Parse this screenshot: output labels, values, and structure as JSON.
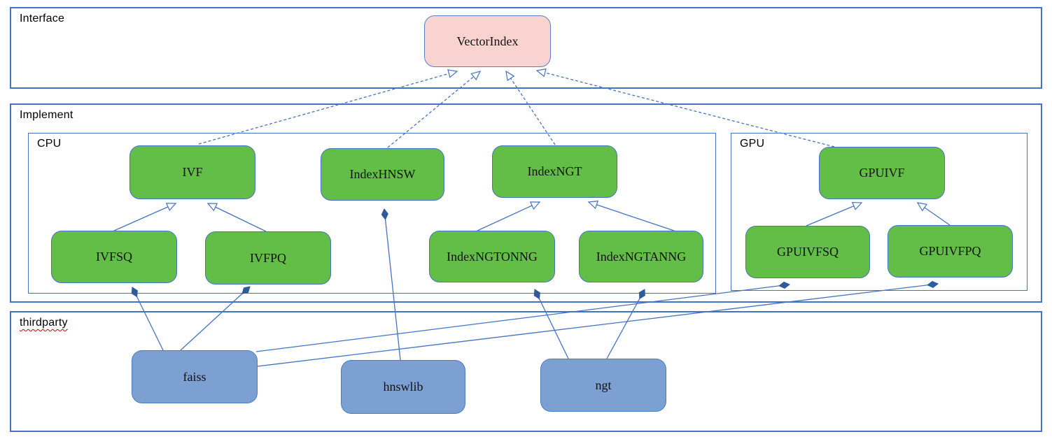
{
  "colors": {
    "connector_blue": "#4472c4",
    "diamond_blue": "#2e5b9e",
    "container_border_blue": "#4472c4",
    "interface_node_fill": "#f9d3d0",
    "class_node_fill": "#62be46",
    "thirdparty_node_fill": "#7da0d2",
    "spellcheck_underline_red": "#cc0000",
    "text_black": "#111111"
  },
  "containers": {
    "interface": {
      "label": "Interface"
    },
    "implement": {
      "label": "Implement"
    },
    "cpu": {
      "label": "CPU"
    },
    "gpu": {
      "label": "GPU"
    },
    "thirdparty": {
      "label": "thirdparty"
    }
  },
  "nodes": {
    "vectorindex": {
      "label": "VectorIndex",
      "kind": "interface"
    },
    "ivf": {
      "label": "IVF",
      "kind": "class"
    },
    "indexhnsw": {
      "label": "IndexHNSW",
      "kind": "class"
    },
    "indexngt": {
      "label": "IndexNGT",
      "kind": "class"
    },
    "gpuivf": {
      "label": "GPUIVF",
      "kind": "class"
    },
    "ivfsq": {
      "label": "IVFSQ",
      "kind": "class"
    },
    "ivfpq": {
      "label": "IVFPQ",
      "kind": "class"
    },
    "indexngtonng": {
      "label": "IndexNGTONNG",
      "kind": "class"
    },
    "indexngtanng": {
      "label": "IndexNGTANNG",
      "kind": "class"
    },
    "gpuivfsq": {
      "label": "GPUIVFSQ",
      "kind": "class"
    },
    "gpuivfpq": {
      "label": "GPUIVFPQ",
      "kind": "class"
    },
    "faiss": {
      "label": "faiss",
      "kind": "thirdparty"
    },
    "hnswlib": {
      "label": "hnswlib",
      "kind": "thirdparty"
    },
    "ngt": {
      "label": "ngt",
      "kind": "thirdparty"
    }
  },
  "edges": [
    {
      "from": "ivf",
      "to": "vectorindex",
      "type": "realization",
      "points": [
        [
          284,
          206
        ],
        [
          653,
          102
        ]
      ]
    },
    {
      "from": "indexhnsw",
      "to": "vectorindex",
      "type": "realization",
      "points": [
        [
          554,
          211
        ],
        [
          686,
          102
        ]
      ]
    },
    {
      "from": "indexngt",
      "to": "vectorindex",
      "type": "realization",
      "points": [
        [
          793,
          207
        ],
        [
          723,
          102
        ]
      ]
    },
    {
      "from": "gpuivf",
      "to": "vectorindex",
      "type": "realization",
      "points": [
        [
          1192,
          210
        ],
        [
          767,
          101
        ]
      ]
    },
    {
      "from": "ivfsq",
      "to": "ivf",
      "type": "generalization",
      "points": [
        [
          163,
          330
        ],
        [
          251,
          291
        ]
      ]
    },
    {
      "from": "ivfpq",
      "to": "ivf",
      "type": "generalization",
      "points": [
        [
          380,
          331
        ],
        [
          297,
          291
        ]
      ]
    },
    {
      "from": "indexngtonng",
      "to": "indexngt",
      "type": "generalization",
      "points": [
        [
          682,
          330
        ],
        [
          771,
          289
        ]
      ]
    },
    {
      "from": "indexngtanng",
      "to": "indexngt",
      "type": "generalization",
      "points": [
        [
          963,
          330
        ],
        [
          841,
          289
        ]
      ]
    },
    {
      "from": "gpuivfsq",
      "to": "gpuivf",
      "type": "generalization",
      "points": [
        [
          1152,
          323
        ],
        [
          1231,
          290
        ]
      ]
    },
    {
      "from": "gpuivfpq",
      "to": "gpuivf",
      "type": "generalization",
      "points": [
        [
          1357,
          322
        ],
        [
          1311,
          290
        ]
      ]
    },
    {
      "from": "faiss",
      "to": "ivfsq",
      "type": "composition",
      "points": [
        [
          233,
          501
        ],
        [
          189,
          411
        ]
      ]
    },
    {
      "from": "faiss",
      "to": "ivfpq",
      "type": "composition",
      "points": [
        [
          258,
          501
        ],
        [
          357,
          410
        ]
      ]
    },
    {
      "from": "hnswlib",
      "to": "indexhnsw",
      "type": "composition",
      "points": [
        [
          572,
          515
        ],
        [
          549,
          299
        ]
      ]
    },
    {
      "from": "ngt",
      "to": "indexngtonng",
      "type": "composition",
      "points": [
        [
          812,
          513
        ],
        [
          764,
          414
        ]
      ]
    },
    {
      "from": "ngt",
      "to": "indexngtanng",
      "type": "composition",
      "points": [
        [
          867,
          513
        ],
        [
          921,
          414
        ]
      ]
    },
    {
      "from": "faiss",
      "to": "gpuivfsq",
      "type": "composition",
      "points": [
        [
          366,
          503
        ],
        [
          1128,
          407
        ]
      ]
    },
    {
      "from": "faiss",
      "to": "gpuivfpq",
      "type": "composition",
      "points": [
        [
          368,
          524
        ],
        [
          1340,
          406
        ]
      ]
    }
  ]
}
